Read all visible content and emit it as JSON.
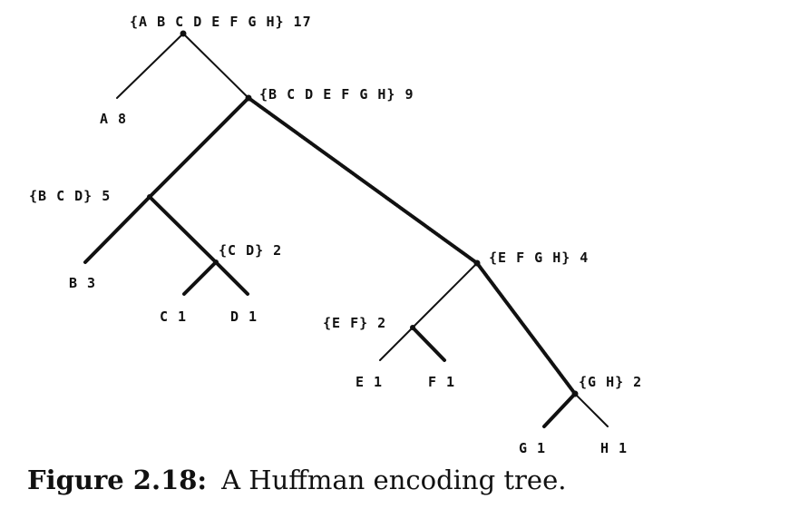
{
  "tree": {
    "nodes": {
      "root": "{A B C D E F G H} 17",
      "a": "A 8",
      "bcdefgh": "{B C D E F G H} 9",
      "bcd": "{B C D} 5",
      "b": "B 3",
      "cd": "{C D} 2",
      "c": "C 1",
      "d": "D 1",
      "efgh": "{E F G H} 4",
      "ef": "{E F} 2",
      "e": "E 1",
      "f": "F 1",
      "gh": "{G H} 2",
      "g": "G 1",
      "h": "H 1"
    }
  },
  "caption": {
    "number": "Figure 2.18:",
    "text": "A Huffman encoding tree."
  }
}
